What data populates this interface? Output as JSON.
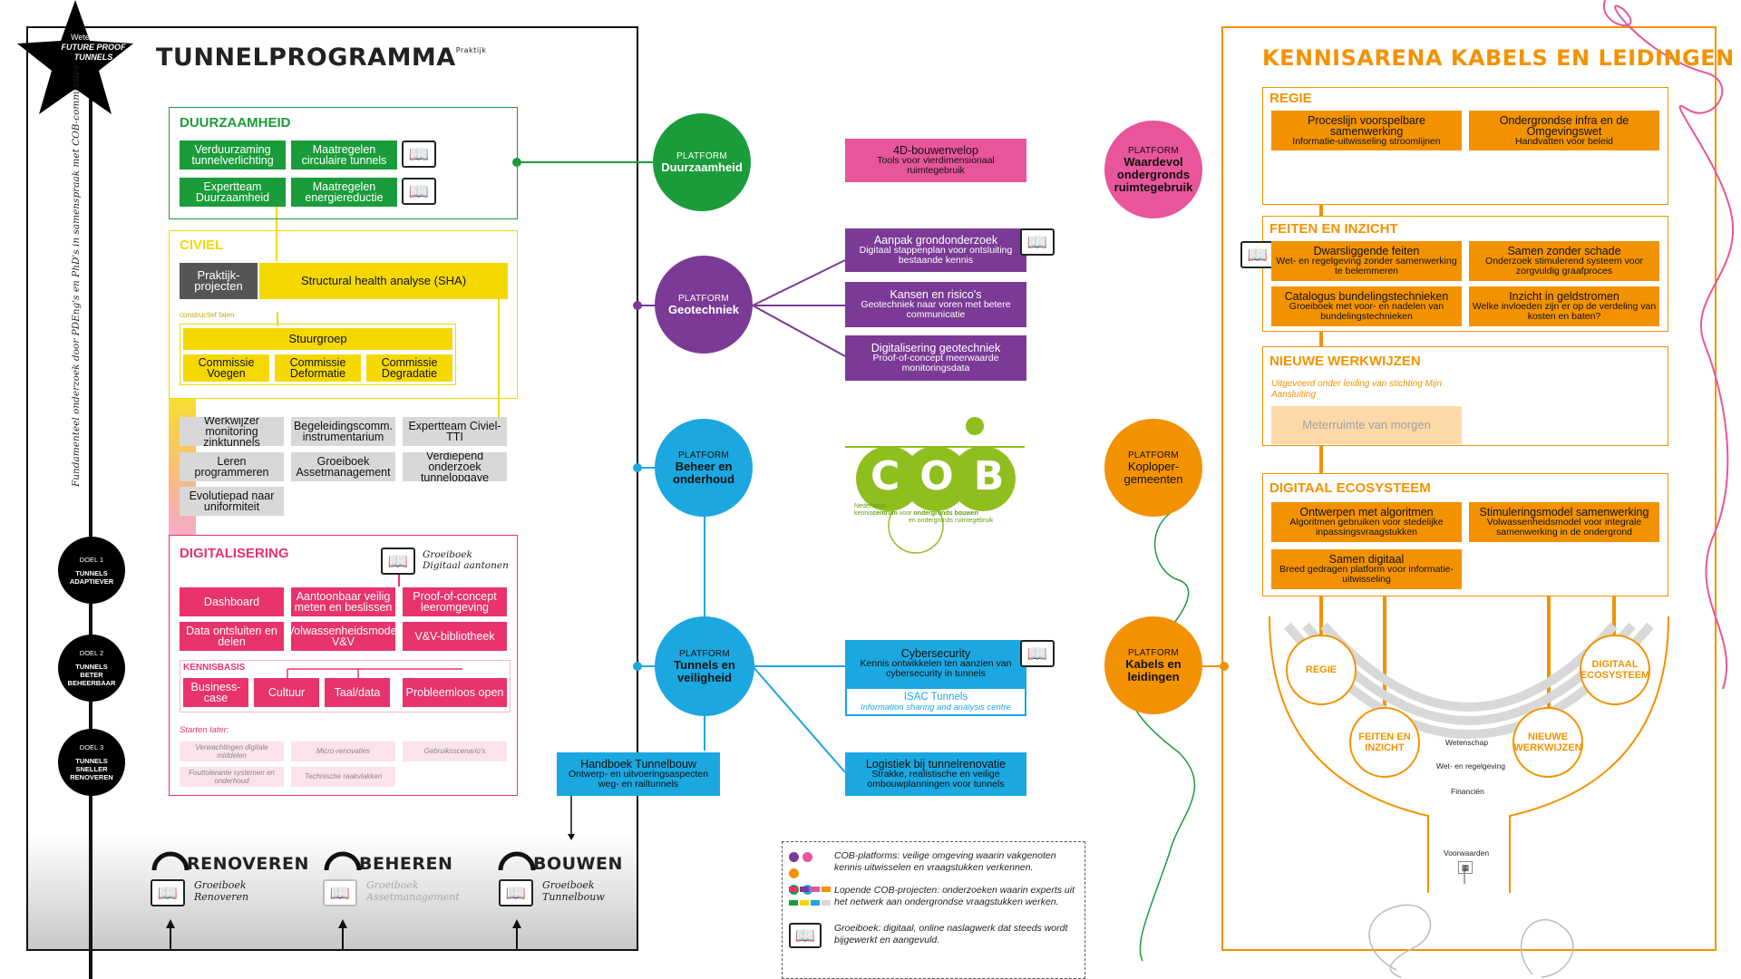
{
  "star": {
    "top": "Wetenschap",
    "line1": "FUTURE PROOF",
    "line2": "TUNNELS"
  },
  "vertical_text": "Fundamenteel onderzoek door PDEng's en PhD's in samenspraak met COB-commissies",
  "goals": [
    {
      "label": "DOEL 1",
      "text": "TUNNELS ADAPTIEVER"
    },
    {
      "label": "DOEL 2",
      "text": "TUNNELS BETER BEHEERBAAR"
    },
    {
      "label": "DOEL 3",
      "text": "TUNNELS SNELLER RENOVEREN"
    }
  ],
  "tunnelprogramma": {
    "title": "TUNNELPROGRAMMA",
    "sup": "Praktijk"
  },
  "duurzaamheid": {
    "title": "DUURZAAMHEID",
    "items": [
      "Verduurzaming tunnelverlichting",
      "Maatregelen circulaire tunnels",
      "Expertteam Duurzaamheid",
      "Maatregelen energiereductie"
    ]
  },
  "civiel": {
    "title": "CIVIEL",
    "praktijk": "Praktijk-projecten",
    "sha": "Structural health analyse (SHA)",
    "constructief": "constructief falen",
    "stuurgroep": "Stuurgroep",
    "commissies": [
      "Commissie Voegen",
      "Commissie Deformatie",
      "Commissie Degradatie"
    ]
  },
  "grey_items": [
    "Werkwijzer monitoring zinktunnels",
    "Begeleidingscomm. instrumentarium",
    "Expertteam Civiel-TTI",
    "Leren programmeren",
    "Groeiboek Assetmanagement",
    "Verdiepend onderzoek tunnelopgave",
    "Evolutiepad naar uniformiteit"
  ],
  "digitalisering": {
    "title": "DIGITALISERING",
    "groeiboek": "Groeiboek Digitaal aantonen",
    "items": [
      "Dashboard",
      "Aantoonbaar veilig meten en beslissen",
      "Proof-of-concept leeromgeving",
      "Data ontsluiten en delen",
      "Volwassenheidsmodel V&V",
      "V&V-bibliotheek"
    ],
    "kennisbasis": "KENNISBASIS",
    "kb_items": [
      "Business-case",
      "Cultuur",
      "Taal/data",
      "Probleemloos open"
    ],
    "starten": "Starten later:",
    "later": [
      "Verwachtingen digitale middelen",
      "Micro-renovaties",
      "Gebruiksscenario's",
      "Fouttolerante systemen en onderhoud",
      "Technische raakvlakken"
    ]
  },
  "bottom": {
    "items": [
      {
        "title": "RENOVEREN",
        "book": "Groeiboek Renoveren"
      },
      {
        "title": "BEHEREN",
        "book": "Groeiboek Assetmanagement"
      },
      {
        "title": "BOUWEN",
        "book": "Groeiboek Tunnelbouw"
      }
    ]
  },
  "platforms": [
    {
      "small": "PLATFORM",
      "main": "Duurzaamheid"
    },
    {
      "small": "PLATFORM",
      "main": "Geotechniek"
    },
    {
      "small": "PLATFORM",
      "main": "Beheer en onderhoud"
    },
    {
      "small": "PLATFORM",
      "main": "Tunnels en veiligheid"
    },
    {
      "small": "PLATFORM",
      "main": "Waardevol ondergronds ruimtegebruik"
    },
    {
      "small": "PLATFORM",
      "main": "Koploper-gemeenten"
    },
    {
      "small": "PLATFORM",
      "main": "Kabels en leidingen"
    }
  ],
  "projects": {
    "bouwenvelop": {
      "title": "4D-bouwenvelop",
      "sub": "Tools voor vierdimensionaal ruimtegebruik"
    },
    "grondonderzoek": {
      "title": "Aanpak grondonderzoek",
      "sub": "Digitaal stappenplan voor ontsluiting bestaande kennis"
    },
    "kansen": {
      "title": "Kansen en risico's",
      "sub": "Geotechniek naar voren met betere communicatie"
    },
    "digigeo": {
      "title": "Digitalisering geotechniek",
      "sub": "Proof-of-concept meerwaarde monitoringsdata"
    },
    "cyber": {
      "title": "Cybersecurity",
      "sub": "Kennis ontwikkelen ten aanzien van cybersecurity in tunnels"
    },
    "isac": {
      "title": "ISAC Tunnels",
      "sub": "Information sharing and analysis centre"
    },
    "logistiek": {
      "title": "Logistiek bij tunnelrenovatie",
      "sub": "Strakke, realistische en veilige ombouwplanningen voor tunnels"
    },
    "handboek": {
      "title": "Handboek Tunnelbouw",
      "sub": "Ontwerp- en uitvoeringsaspecten weg- en railtunnels"
    }
  },
  "cob_logo": {
    "letters": "COB",
    "tag1": "Nederlands",
    "tag2": "kennis",
    "tag3": "centrum",
    "tag4": "voor",
    "tag5": "ondergronds bouwen",
    "tag6": "en ondergronds ruimtegebruik"
  },
  "legend": [
    "COB-platforms: veilige omgeving waarin vakgenoten kennis uitwisselen en vraagstukken verkennen.",
    "Lopende COB-projecten: onderzoeken waarin experts uit het netwerk aan ondergrondse vraagstukken werken.",
    "Groeiboek: digitaal, online naslagwerk dat steeds wordt bijgewerkt en aangevuld."
  ],
  "arena": {
    "title": "KENNISARENA KABELS EN LEIDINGEN",
    "regie": {
      "title": "REGIE",
      "items": [
        {
          "title": "Proceslijn voorspelbare samenwerking",
          "sub": "Informatie-uitwisseling stroomlijnen"
        },
        {
          "title": "Ondergrondse infra en de Omgevingswet",
          "sub": "Handvatten voor beleid"
        }
      ]
    },
    "feiten": {
      "title": "FEITEN EN INZICHT",
      "items": [
        {
          "title": "Dwarsliggende feiten",
          "sub": "Wet- en regelgeving zonder samenwerking te belemmeren"
        },
        {
          "title": "Samen zonder schade",
          "sub": "Onderzoek stimulerend systeem voor zorgvuldig graafproces"
        },
        {
          "title": "Catalogus bundelingstechnieken",
          "sub": "Groeiboek met voor- en nadelen van bundelingstechnieken"
        },
        {
          "title": "Inzicht in geldstromen",
          "sub": "Welke invloeden zijn er op de verdeling van kosten en baten?"
        }
      ]
    },
    "nieuwe": {
      "title": "NIEUWE WERKWIJZEN",
      "note": "Uitgevoerd onder leiding van stichting Mijn Aansluiting",
      "item": "Meterruimte van morgen"
    },
    "eco": {
      "title": "DIGITAAL ECOSYSTEEM",
      "items": [
        {
          "title": "Ontwerpen met algoritmen",
          "sub": "Algoritmen gebruiken voor stedelijke inpassingsvraagstukken"
        },
        {
          "title": "Stimuleringsmodel samenwerking",
          "sub": "Volwassenheidsmodel voor integrale samenwerking in de ondergrond"
        },
        {
          "title": "Samen digitaal",
          "sub": "Breed gedragen platform voor informatie-uitwisseling"
        }
      ]
    },
    "circles": [
      "REGIE",
      "FEITEN EN INZICHT",
      "NIEUWE WERKWIJZEN",
      "DIGITAAL ECOSYSTEEM"
    ],
    "arcs": [
      "Wetenschap",
      "Wet- en regelgeving",
      "Financiën"
    ],
    "voorwaarden": "Voorwaarden"
  },
  "colors": {
    "green": "#1a9c3a",
    "yellow": "#f5d800",
    "pink": "#e8336d",
    "orange": "#f39200",
    "purple": "#7b3a96",
    "cyan": "#1ba7e0",
    "magenta": "#e8559a"
  }
}
